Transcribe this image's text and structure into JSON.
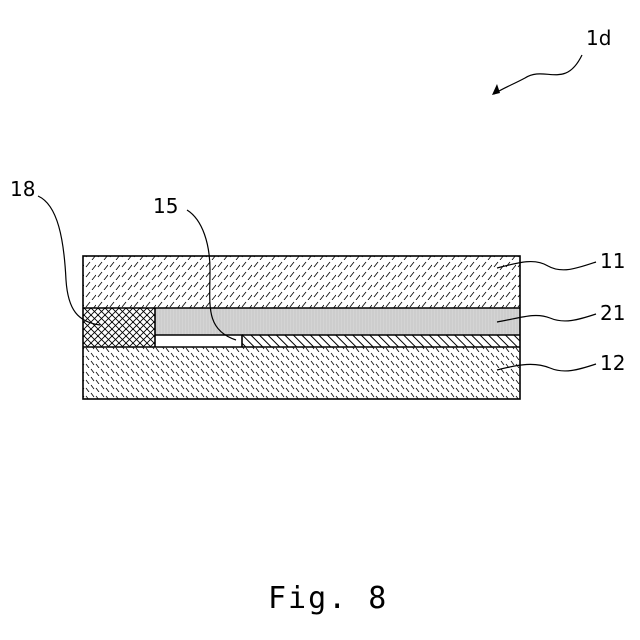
{
  "figure": {
    "assembly_label": "1d",
    "caption": "Fig. 8",
    "labels": {
      "layer_top": "11",
      "layer_middle": "21",
      "layer_bottom": "12",
      "sealing_part": "18",
      "thin_layer": "15"
    }
  }
}
